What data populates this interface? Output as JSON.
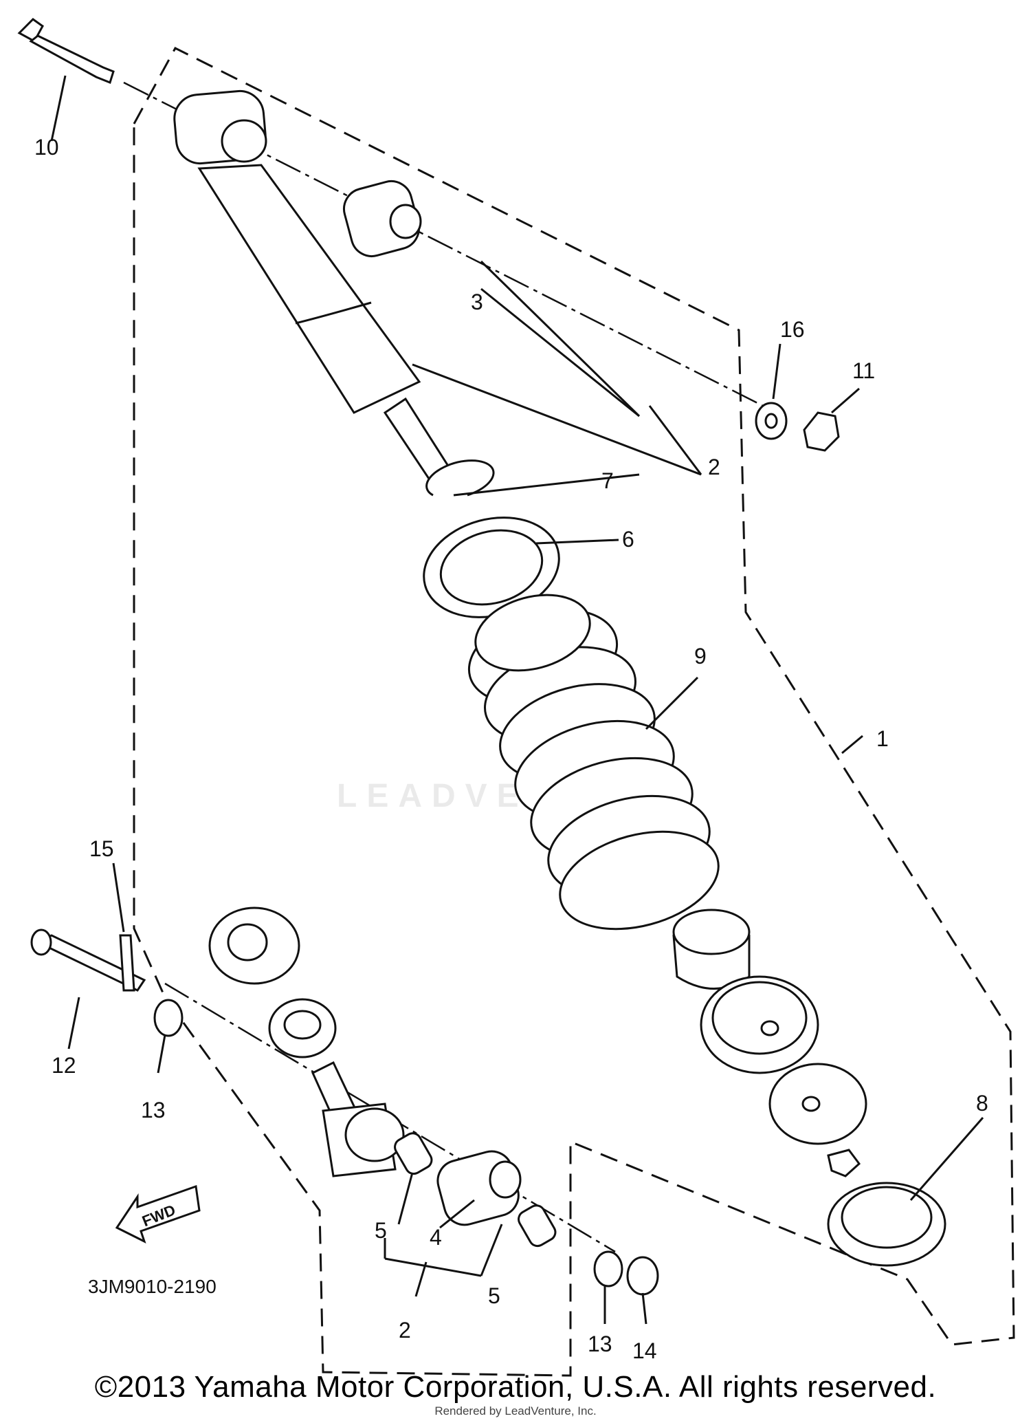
{
  "diagram": {
    "callouts": {
      "c1": "1",
      "c2a": "2",
      "c2b": "2",
      "c3": "3",
      "c4": "4",
      "c5a": "5",
      "c5b": "5",
      "c6": "6",
      "c7": "7",
      "c8": "8",
      "c9": "9",
      "c10": "10",
      "c11": "11",
      "c12": "12",
      "c13a": "13",
      "c13b": "13",
      "c14": "14",
      "c15": "15",
      "c16": "16"
    },
    "part_code": "3JM9010-2190",
    "fwd_label": "FWD"
  },
  "footer": {
    "copyright": "©2013 Yamaha Motor Corporation, U.S.A. All rights reserved.",
    "rendered_by": "Rendered by LeadVenture, Inc."
  },
  "watermark": "LEADVENTURE"
}
